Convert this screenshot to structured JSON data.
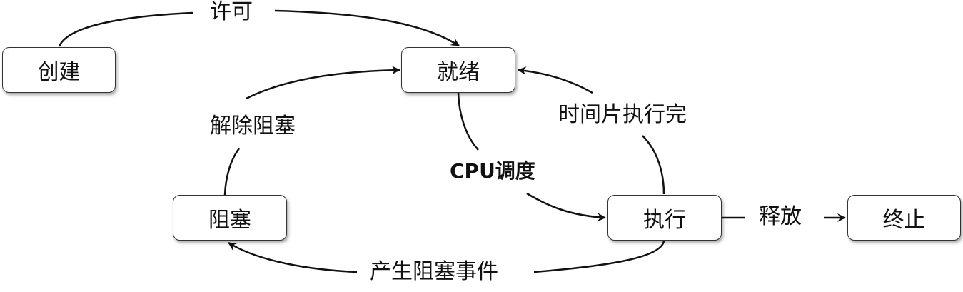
{
  "diagram": {
    "title": "进程状态转换",
    "nodes": {
      "create": "创建",
      "ready": "就绪",
      "running": "执行",
      "blocked": "阻塞",
      "terminated": "终止"
    },
    "edges": [
      {
        "id": "admit",
        "from": "创建",
        "to": "就绪",
        "label": "许可"
      },
      {
        "id": "dispatch",
        "from": "就绪",
        "to": "执行",
        "label": "CPU调度"
      },
      {
        "id": "timeout",
        "from": "执行",
        "to": "就绪",
        "label": "时间片执行完"
      },
      {
        "id": "event-wait",
        "from": "执行",
        "to": "阻塞",
        "label": "产生阻塞事件"
      },
      {
        "id": "event-occurs",
        "from": "阻塞",
        "to": "就绪",
        "label": "解除阻塞"
      },
      {
        "id": "release",
        "from": "执行",
        "to": "终止",
        "label": "释放"
      }
    ]
  }
}
